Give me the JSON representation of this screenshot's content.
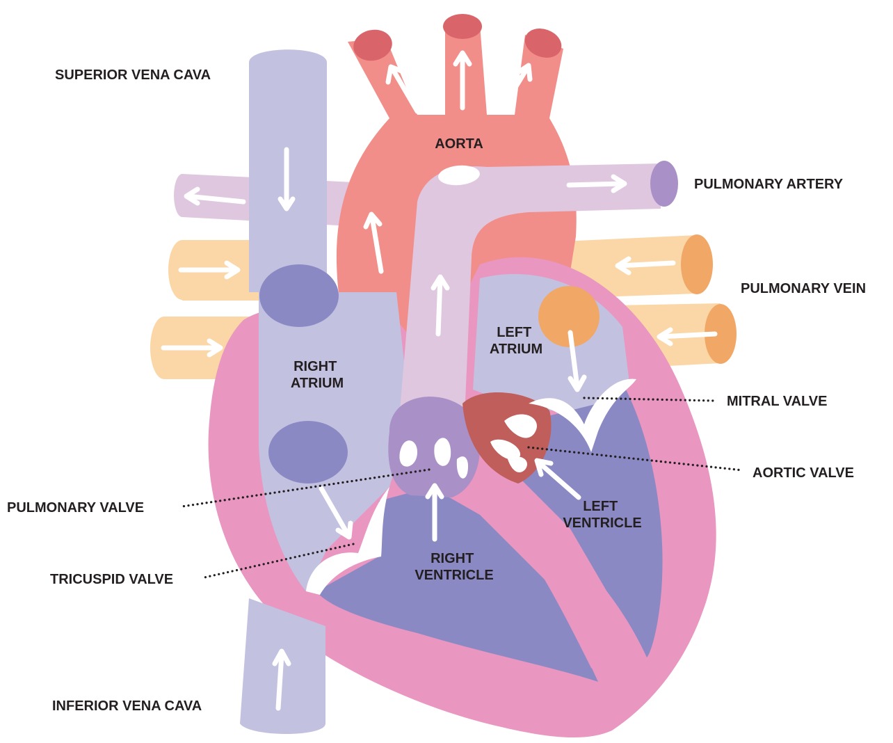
{
  "colors": {
    "aorta": "#f28e8a",
    "aorta_tops": "#d9646a",
    "pulmonary_artery": "#dfc7e0",
    "pulmonary_artery_end": "#a990c7",
    "vena_cava": "#c3c1e0",
    "pulmonary_vein": "#fbd6a6",
    "pulmonary_vein_end": "#f1a766",
    "heart_wall": "#e996c0",
    "chamber_light": "#c3c1e0",
    "ventricle": "#8b89c4",
    "pulmonary_valve": "#a990c7",
    "aortic_valve": "#bf5e5a",
    "arrows": "#ffffff",
    "label_text": "#231f20"
  },
  "labels": {
    "superior_vena_cava": "SUPERIOR VENA CAVA",
    "aorta": "AORTA",
    "pulmonary_artery": "PULMONARY ARTERY",
    "pulmonary_vein": "PULMONARY VEIN",
    "left_atrium": [
      "LEFT",
      "ATRIUM"
    ],
    "right_atrium": [
      "RIGHT",
      "ATRIUM"
    ],
    "mitral_valve": "MITRAL VALVE",
    "aortic_valve": "AORTIC VALVE",
    "pulmonary_valve": "PULMONARY VALVE",
    "left_ventricle": [
      "LEFT",
      "VENTRICLE"
    ],
    "tricuspid_valve": "TRICUSPID VALVE",
    "right_ventricle": [
      "RIGHT",
      "VENTRICLE"
    ],
    "inferior_vena_cava": "INFERIOR VENA CAVA"
  }
}
